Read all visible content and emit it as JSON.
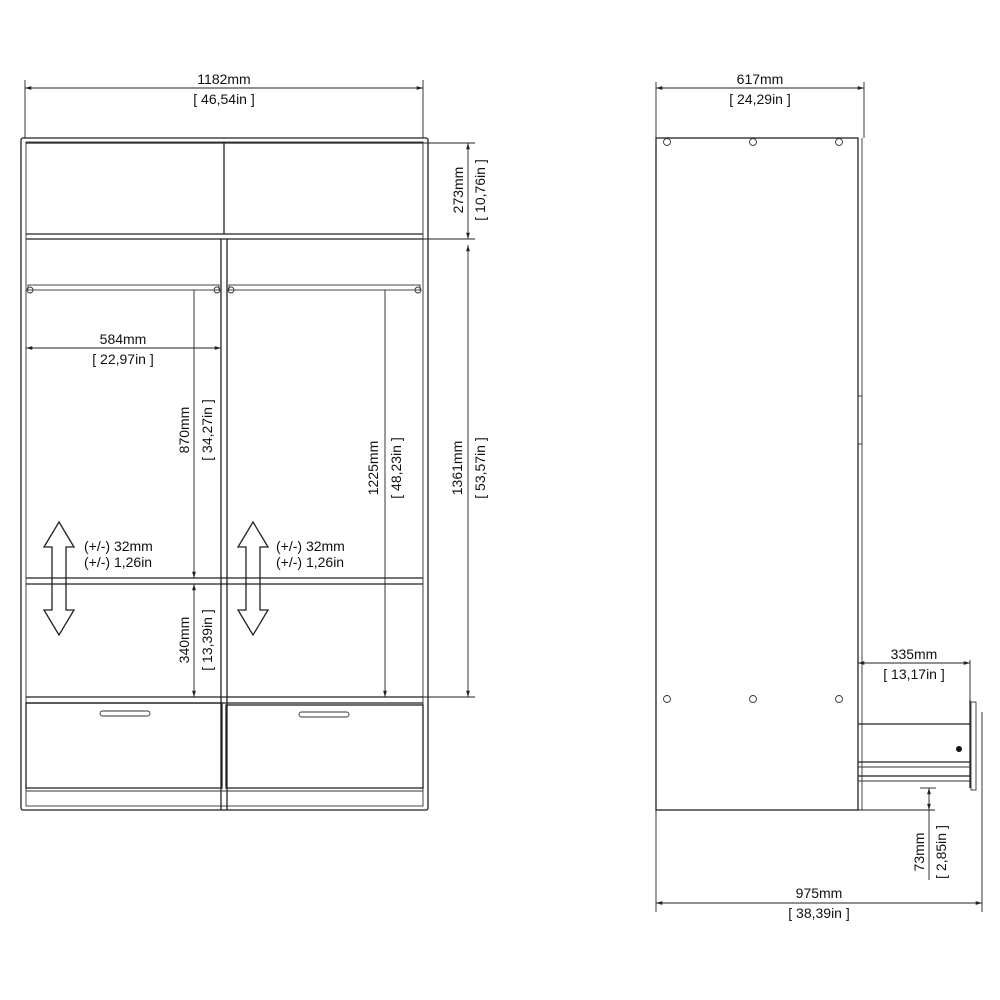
{
  "front_view": {
    "overall_width": {
      "mm": "1182mm",
      "in": "[ 46,54in ]"
    },
    "top_compartment_height": {
      "mm": "273mm",
      "in": "[ 10,76in ]"
    },
    "inner_width": {
      "mm": "584mm",
      "in": "[ 22,97in ]"
    },
    "rail_to_shelf": {
      "mm": "870mm",
      "in": "[ 34,27in ]"
    },
    "shelf_to_bottom": {
      "mm": "340mm",
      "in": "[ 13,39in ]"
    },
    "rail_to_bottom": {
      "mm": "1225mm",
      "in": "[ 48,23in ]"
    },
    "body_height": {
      "mm": "1361mm",
      "in": "[ 53,57in ]"
    },
    "shelf_adjust_left": {
      "mm": "(+/-) 32mm",
      "in": "(+/-) 1,26in"
    },
    "shelf_adjust_right": {
      "mm": "(+/-) 32mm",
      "in": "(+/-) 1,26in"
    }
  },
  "side_view": {
    "depth": {
      "mm": "617mm",
      "in": "[ 24,29in ]"
    },
    "drawer_extension": {
      "mm": "335mm",
      "in": "[ 13,17in ]"
    },
    "drawer_floor_height": {
      "mm": "73mm",
      "in": "[ 2,85in ]"
    },
    "depth_drawer_open": {
      "mm": "975mm",
      "in": "[ 38,39in ]"
    }
  }
}
